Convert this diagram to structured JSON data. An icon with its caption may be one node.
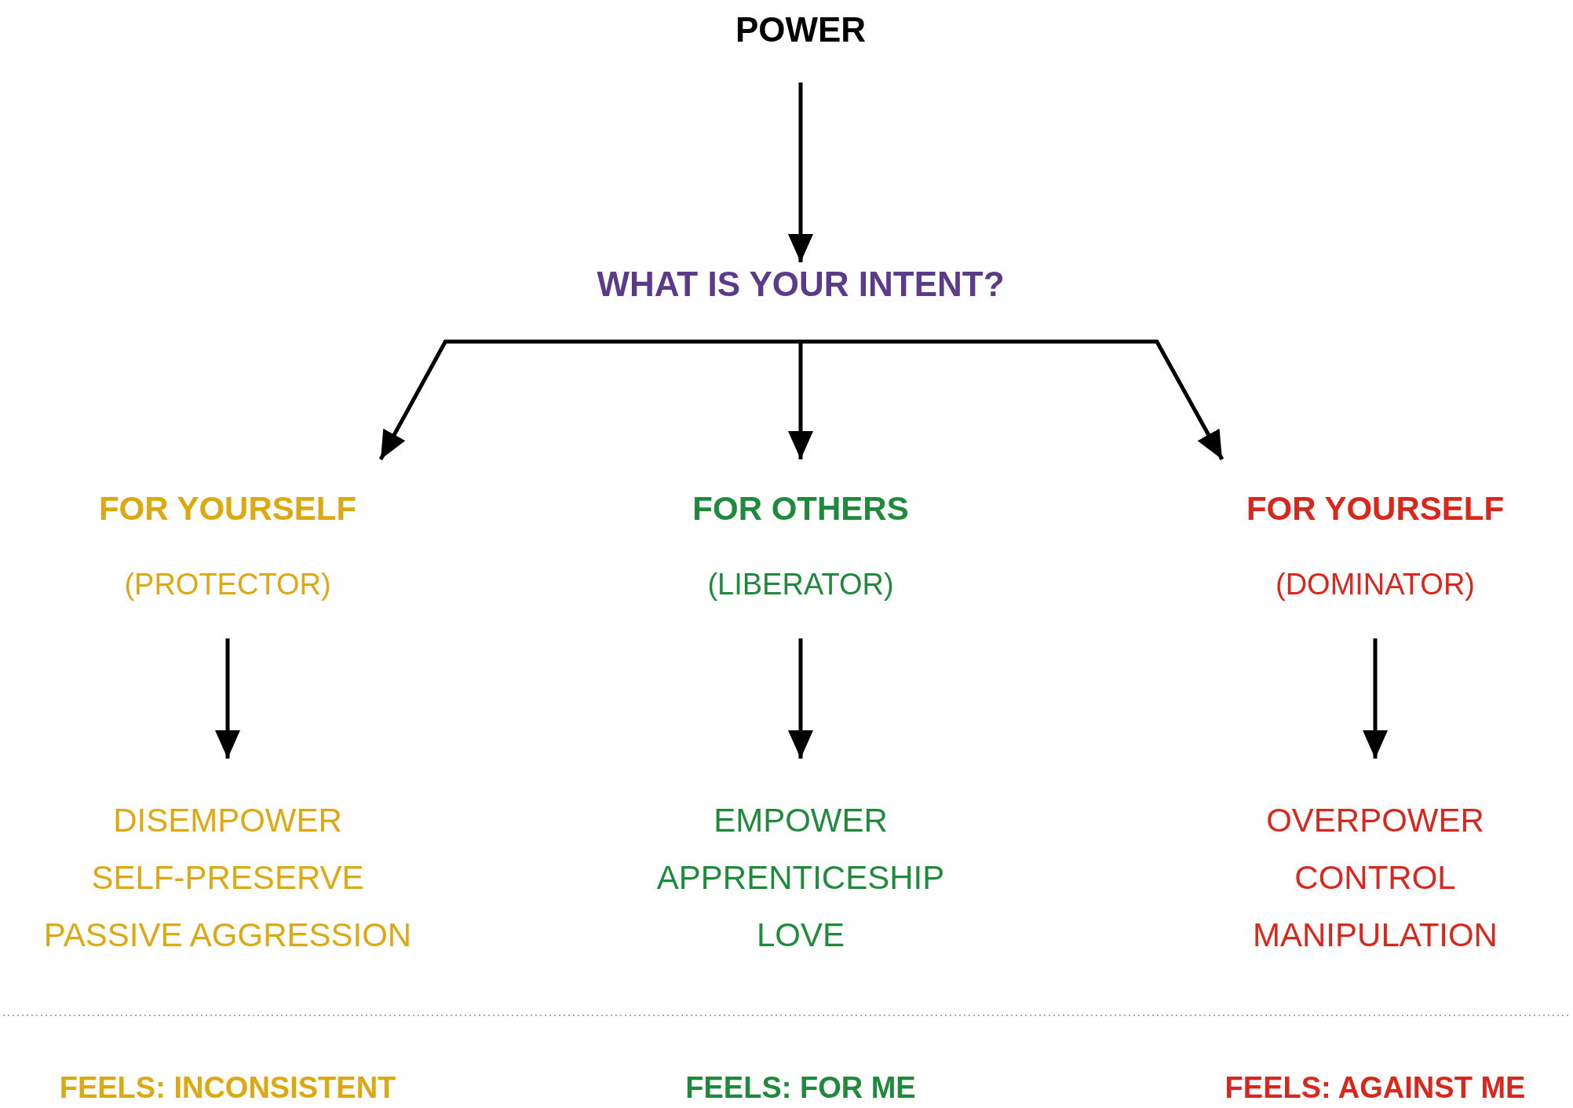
{
  "diagram": {
    "nodes": [
      {
        "text": [
          "POWER"
        ]
      },
      {
        "text": [
          "WHAT IS YOUR INTENT?"
        ]
      },
      {
        "text": [
          "FOR YOURSELF",
          "(PROTECTOR)"
        ]
      },
      {
        "text": [
          "FOR OTHERS",
          "(LIBERATOR)"
        ]
      },
      {
        "text": [
          "FOR YOURSELF",
          "(DOMINATOR)"
        ]
      },
      {
        "text": [
          "DISEMPOWER",
          "SELF-PRESERVE",
          "PASSIVE AGGRESSION"
        ]
      },
      {
        "text": [
          "EMPOWER",
          "APPRENTICESHIP",
          "LOVE"
        ]
      },
      {
        "text": [
          "OVERPOWER",
          "CONTROL",
          "MANIPULATION"
        ]
      }
    ],
    "edges": [
      {
        "from": 0,
        "to": 1,
        "arrow": "to"
      },
      {
        "from": 1,
        "to": 2,
        "arrow": "to"
      },
      {
        "from": 1,
        "to": 3,
        "arrow": "to"
      },
      {
        "from": 1,
        "to": 4,
        "arrow": "to"
      },
      {
        "from": 2,
        "to": 5,
        "arrow": "to"
      },
      {
        "from": 3,
        "to": 6,
        "arrow": "to"
      },
      {
        "from": 4,
        "to": 7,
        "arrow": "to"
      }
    ],
    "labels": [
      "FEELS: INCONSISTENT",
      "FEELS: FOR ME",
      "FEELS: AGAINST ME"
    ]
  }
}
